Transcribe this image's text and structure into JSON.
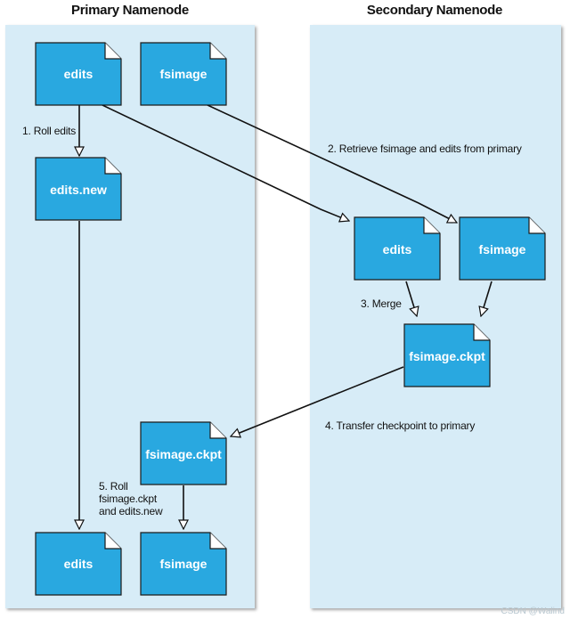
{
  "panels": {
    "primary_title": "Primary Namenode",
    "secondary_title": "Secondary Namenode"
  },
  "files": {
    "primary_edits": "edits",
    "primary_fsimage": "fsimage",
    "primary_edits_new": "edits.new",
    "secondary_edits": "edits",
    "secondary_fsimage": "fsimage",
    "secondary_ckpt": "fsimage.ckpt",
    "primary_ckpt": "fsimage.ckpt",
    "final_edits": "edits",
    "final_fsimage": "fsimage"
  },
  "steps": {
    "roll_edits": "1. Roll edits",
    "retrieve": "2. Retrieve fsimage and edits from primary",
    "merge": "3. Merge",
    "transfer": "4. Transfer checkpoint to primary",
    "roll_line1": "5. Roll",
    "roll_line2": "fsimage.ckpt",
    "roll_line3": "and edits.new"
  },
  "colors": {
    "panel": "#d7ecf7",
    "file": "#29a8e0",
    "file_border": "#1b1b1b",
    "arrow": "#111111"
  },
  "watermark": "CSDN @Walind"
}
